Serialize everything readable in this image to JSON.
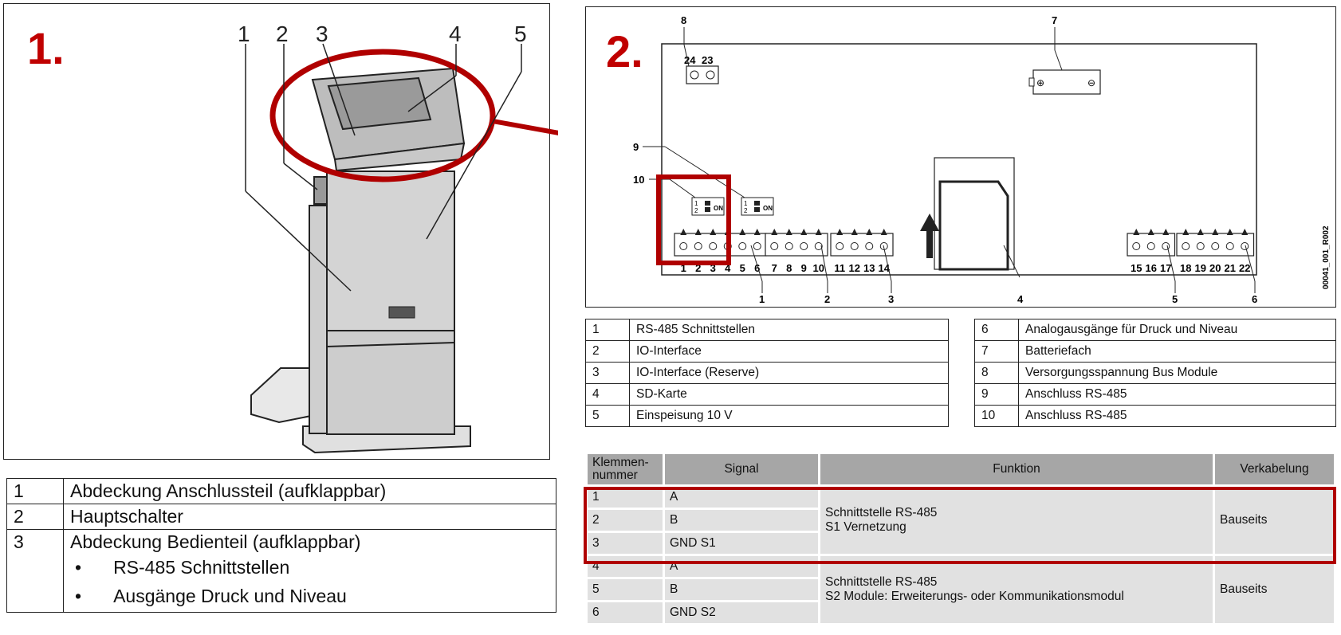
{
  "steps": [
    "1.",
    "2."
  ],
  "figure1": {
    "callouts": [
      "1",
      "2",
      "3",
      "4",
      "5"
    ]
  },
  "figure2": {
    "callouts": [
      "1",
      "2",
      "3",
      "4",
      "5",
      "6",
      "7",
      "8",
      "9",
      "10"
    ],
    "connector_top": [
      "24",
      "23"
    ],
    "switch_label": "ON",
    "switch_numbers": [
      "1",
      "2"
    ],
    "battery_symbols": [
      "⊕",
      "⊖"
    ],
    "terminal_groups": [
      [
        "1",
        "2",
        "3",
        "4",
        "5",
        "6"
      ],
      [
        "7",
        "8",
        "9",
        "10"
      ],
      [
        "11",
        "12",
        "13",
        "14"
      ],
      [
        "15",
        "16",
        "17"
      ],
      [
        "18",
        "19",
        "20",
        "21",
        "22"
      ]
    ],
    "drawing_code": "00041_001_R002"
  },
  "legend1": [
    {
      "num": "1",
      "text": "Abdeckung Anschlussteil (aufklappbar)"
    },
    {
      "num": "2",
      "text": "Hauptschalter"
    },
    {
      "num": "3",
      "text": "Abdeckung Bedienteil (aufklappbar)",
      "bullets": [
        "RS-485 Schnittstellen",
        "Ausgänge Druck und Niveau"
      ]
    }
  ],
  "bullet_symbol": "•",
  "legend2_left": [
    {
      "num": "1",
      "text": "RS-485 Schnittstellen"
    },
    {
      "num": "2",
      "text": "IO-Interface"
    },
    {
      "num": "3",
      "text": "IO-Interface (Reserve)"
    },
    {
      "num": "4",
      "text": "SD-Karte"
    },
    {
      "num": "5",
      "text": "Einspeisung 10 V"
    }
  ],
  "legend2_right": [
    {
      "num": "6",
      "text": "Analogausgänge für Druck und Niveau"
    },
    {
      "num": "7",
      "text": "Batteriefach"
    },
    {
      "num": "8",
      "text": "Versorgungsspannung Bus Module"
    },
    {
      "num": "9",
      "text": "Anschluss RS-485"
    },
    {
      "num": "10",
      "text": "Anschluss RS-485"
    }
  ],
  "terminal_table": {
    "headers": [
      "Klemmen-nummer",
      "Signal",
      "Funktion",
      "Verkabelung"
    ],
    "group1": {
      "rows": [
        {
          "num": "1",
          "signal": "A"
        },
        {
          "num": "2",
          "signal": "B"
        },
        {
          "num": "3",
          "signal": "GND S1"
        }
      ],
      "function_lines": [
        "Schnittstelle RS-485",
        "S1 Vernetzung"
      ],
      "wiring": "Bauseits"
    },
    "group2": {
      "rows": [
        {
          "num": "4",
          "signal": "A"
        },
        {
          "num": "5",
          "signal": "B"
        },
        {
          "num": "6",
          "signal": "GND S2"
        }
      ],
      "function_lines": [
        "Schnittstelle RS-485",
        "S2 Module: Erweiterungs- oder Kommunikationsmodul"
      ],
      "wiring": "Bauseits"
    }
  },
  "colors": {
    "highlight": "#b00000",
    "step": "#c00000",
    "header_bg": "#a6a6a6",
    "cell_bg": "#e1e1e1"
  }
}
